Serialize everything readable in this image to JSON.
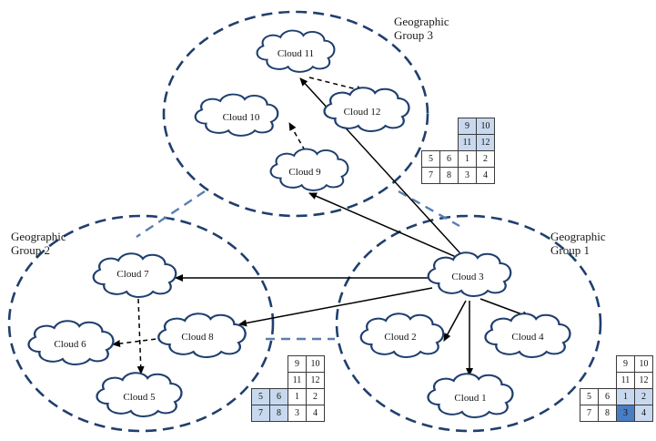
{
  "groups": [
    {
      "label_line1": "Geographic",
      "label_line2": "Group 3"
    },
    {
      "label_line1": "Geographic",
      "label_line2": "Group 2"
    },
    {
      "label_line1": "Geographic",
      "label_line2": "Group 1"
    }
  ],
  "clouds": {
    "c1": "Cloud 1",
    "c2": "Cloud 2",
    "c3": "Cloud 3",
    "c4": "Cloud 4",
    "c5": "Cloud 5",
    "c6": "Cloud 6",
    "c7": "Cloud 7",
    "c8": "Cloud 8",
    "c9": "Cloud 9",
    "c10": "Cloud 10",
    "c11": "Cloud 11",
    "c12": "Cloud 12"
  },
  "grids": {
    "g3": [
      [
        "",
        "",
        "9",
        "10"
      ],
      [
        "",
        "",
        "11",
        "12"
      ],
      [
        "5",
        "6",
        "1",
        "2"
      ],
      [
        "7",
        "8",
        "3",
        "4"
      ]
    ],
    "g2": [
      [
        "",
        "",
        "9",
        "10"
      ],
      [
        "",
        "",
        "11",
        "12"
      ],
      [
        "5",
        "6",
        "1",
        "2"
      ],
      [
        "7",
        "8",
        "3",
        "4"
      ]
    ],
    "g1": [
      [
        "",
        "",
        "9",
        "10"
      ],
      [
        "",
        "",
        "11",
        "12"
      ],
      [
        "5",
        "6",
        "1",
        "2"
      ],
      [
        "7",
        "8",
        "3",
        "4"
      ]
    ]
  },
  "colors": {
    "circle": "#1f3f6e",
    "highlight": "#c8d9ef",
    "highlight_dark": "#4a7cc4"
  }
}
